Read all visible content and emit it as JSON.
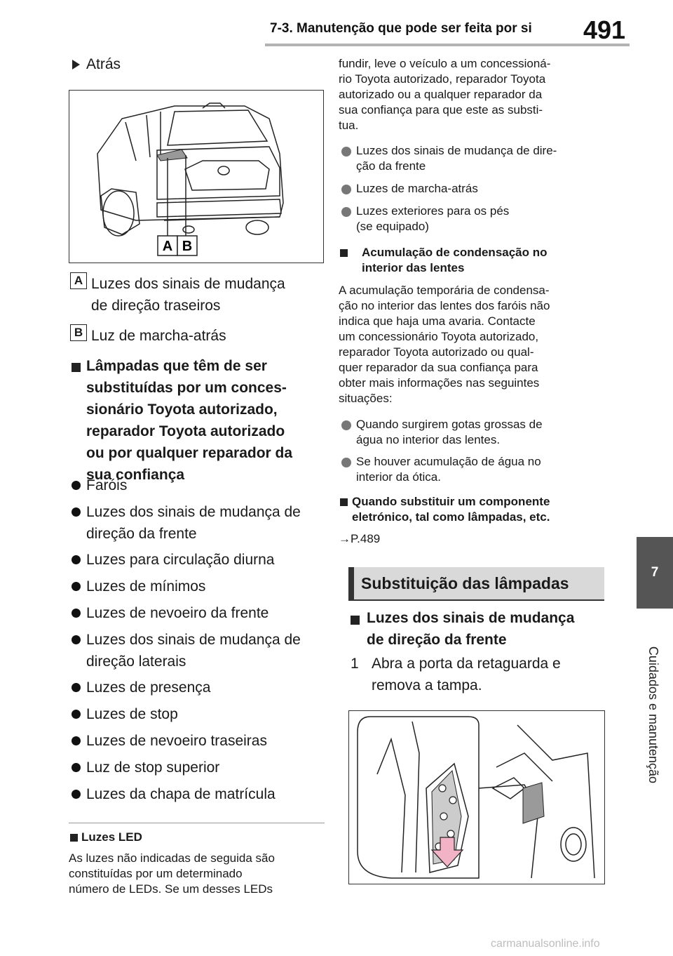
{
  "header": {
    "title": "7-3. Manutenção que pode ser feita por si",
    "page_number": "491"
  },
  "side_tab": {
    "chapter_number": "7",
    "chapter_label": "Cuidados e manutenção"
  },
  "left": {
    "rear_heading": "Atrás",
    "figure_rear": {
      "label_a": "A",
      "label_b": "B"
    },
    "legend": [
      {
        "key": "A",
        "line1": "Luzes dos sinais de mudança",
        "line2": "de direção traseiros"
      },
      {
        "key": "B",
        "line1": "Luz de marcha-atrás",
        "line2": ""
      }
    ],
    "dealer_heading": [
      "Lâmpadas que têm de ser",
      "substituídas por um conces-",
      "sionário Toyota autorizado,",
      "reparador Toyota autorizado",
      "ou por qualquer reparador da",
      "sua confiança"
    ],
    "list": [
      [
        "Faróis"
      ],
      [
        "Luzes dos sinais de mudança de",
        "direção da frente"
      ],
      [
        "Luzes para circulação diurna"
      ],
      [
        "Luzes de mínimos"
      ],
      [
        "Luzes de nevoeiro da frente"
      ],
      [
        "Luzes dos sinais de mudança de",
        "direção laterais"
      ],
      [
        "Luzes de presença"
      ],
      [
        "Luzes de stop"
      ],
      [
        "Luzes de nevoeiro traseiras"
      ],
      [
        "Luz de stop superior"
      ],
      [
        "Luzes da chapa de matrícula"
      ]
    ],
    "led_heading": "Luzes LED",
    "led_text": [
      "As luzes não indicadas de seguida são",
      "constituídas por um determinado",
      "número de LEDs. Se um desses LEDs"
    ]
  },
  "right": {
    "led_cont": [
      "fundir, leve o veículo a um concessioná-",
      "rio Toyota autorizado, reparador Toyota",
      "autorizado ou a qualquer reparador da",
      "sua confiança para que este as substi-",
      "tua."
    ],
    "led_list": [
      [
        "Luzes dos sinais de mudança de dire-",
        "ção da frente"
      ],
      [
        "Luzes de marcha-atrás"
      ],
      [
        "Luzes exteriores para os pés",
        "(se equipado)"
      ]
    ],
    "cond_heading": [
      "Acumulação de condensação no",
      "interior das lentes"
    ],
    "cond_text": [
      "A acumulação temporária de condensa-",
      "ção no interior das lentes dos faróis não",
      "indica que haja uma avaria. Contacte",
      "um concessionário Toyota autorizado,",
      "reparador Toyota autorizado ou qual-",
      "quer reparador da sua confiança para",
      "obter mais informações nas seguintes",
      "situações:"
    ],
    "cond_list": [
      [
        "Quando surgirem gotas grossas de",
        "água no interior das lentes."
      ],
      [
        "Se houver acumulação de água no",
        "interior da ótica."
      ]
    ],
    "replace_heading": [
      "Quando substituir um componente",
      "eletrónico, tal como lâmpadas, etc."
    ],
    "replace_ref": "→P.489",
    "section_title": "Substituição das lâmpadas",
    "front_heading": [
      "Luzes dos sinais de mudança",
      "de direção da frente"
    ],
    "step_number": "1",
    "step_text": [
      "Abra a porta da retaguarda e",
      "remova a tampa."
    ]
  },
  "footer": {
    "watermark": "carmanualsonline.info"
  },
  "colors": {
    "tab_bg": "#555555",
    "section_bg": "#d9d9d9",
    "section_bar": "#333333",
    "arrow_fill": "#f3b3c7"
  }
}
